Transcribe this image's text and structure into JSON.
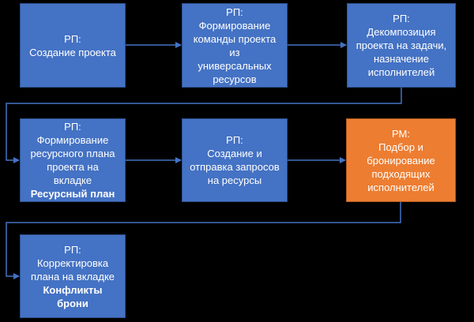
{
  "colors": {
    "background": "#000000",
    "box_blue": "#4472c4",
    "box_orange": "#ed7d31",
    "connector": "#4472c4",
    "text": "#ffffff"
  },
  "boxes": [
    {
      "role": "РП:",
      "lines": [
        "Создание проекта"
      ],
      "bold": ""
    },
    {
      "role": "РП:",
      "lines": [
        "Формирование",
        "команды проекта из",
        "универсальных",
        "ресурсов"
      ],
      "bold": ""
    },
    {
      "role": "РП:",
      "lines": [
        "Декомпозиция",
        "проекта на задачи,",
        "назначение",
        "исполнителей"
      ],
      "bold": ""
    },
    {
      "role": "РП:",
      "lines": [
        "Формирование",
        "ресурсного плана",
        "проекта на вкладке"
      ],
      "bold": "Ресурсный план"
    },
    {
      "role": "РП:",
      "lines": [
        "Создание и",
        "отправка запросов",
        "на ресурсы"
      ],
      "bold": ""
    },
    {
      "role": "РМ:",
      "lines": [
        "Подбор и",
        "бронирование",
        "подходящих",
        "исполнителей"
      ],
      "bold": ""
    },
    {
      "role": "РП:",
      "lines": [
        "Корректировка",
        "плана на вкладке"
      ],
      "bold": "Конфликты брони"
    }
  ]
}
